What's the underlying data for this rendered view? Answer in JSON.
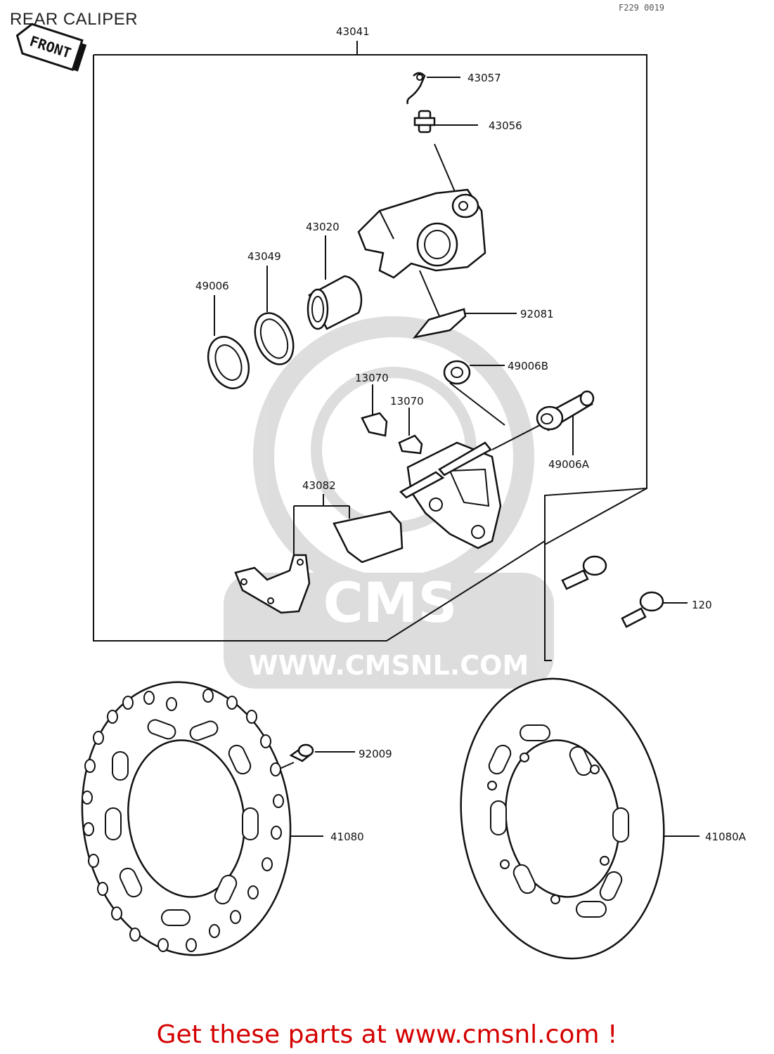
{
  "header": {
    "title": "REAR CALIPER",
    "code": "F229 0019"
  },
  "orientation_tag": "FRONT",
  "watermark": {
    "logo_text": "CMS",
    "url_text": "WWW.CMSNL.COM"
  },
  "parts": [
    {
      "id": "p43041",
      "label": "43041"
    },
    {
      "id": "p43057",
      "label": "43057"
    },
    {
      "id": "p43056",
      "label": "43056"
    },
    {
      "id": "p43020",
      "label": "43020"
    },
    {
      "id": "p43049",
      "label": "43049"
    },
    {
      "id": "p49006",
      "label": "49006"
    },
    {
      "id": "p92081",
      "label": "92081"
    },
    {
      "id": "p49006B",
      "label": "49006B"
    },
    {
      "id": "p13070a",
      "label": "13070"
    },
    {
      "id": "p13070b",
      "label": "13070"
    },
    {
      "id": "p49006A",
      "label": "49006A"
    },
    {
      "id": "p43082",
      "label": "43082"
    },
    {
      "id": "p120",
      "label": "120"
    },
    {
      "id": "p92009",
      "label": "92009"
    },
    {
      "id": "p41080",
      "label": "41080"
    },
    {
      "id": "p41080A",
      "label": "41080A"
    }
  ],
  "footer": {
    "cta_text": "Get these parts at www.cmsnl.com !"
  }
}
